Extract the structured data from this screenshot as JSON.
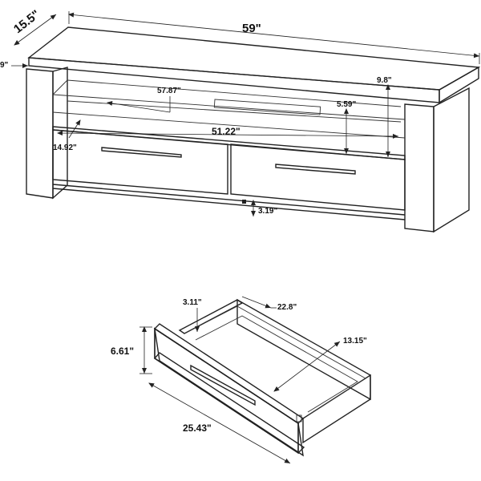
{
  "tv_stand": {
    "labels": {
      "overall_width": "59\"",
      "overall_depth": "15.5\"",
      "side_cut": "9\"",
      "upper_right": "9.8\"",
      "shelf_depth": "57.87\"",
      "shelf_height": "5.59\"",
      "inner_width": "51.22\"",
      "leg_depth": "14.92\"",
      "clearance": "3.19\""
    }
  },
  "drawer": {
    "labels": {
      "side_height": "3.11\"",
      "length": "22.8\"",
      "height": "6.61\"",
      "inner_width": "13.15\"",
      "front_width": "25.43\""
    }
  },
  "colors": {
    "ink": "#222222",
    "background": "#ffffff"
  }
}
